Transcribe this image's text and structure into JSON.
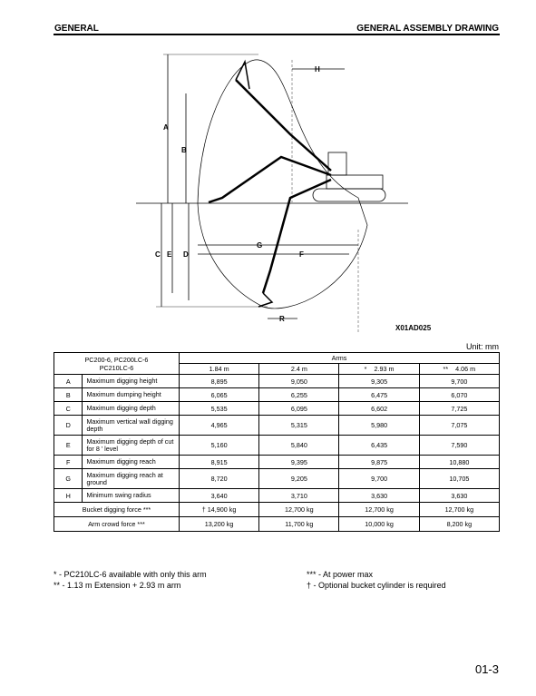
{
  "header": {
    "left": "GENERAL",
    "right": "GENERAL ASSEMBLY DRAWING"
  },
  "drawing": {
    "labels": {
      "A": "A",
      "B": "B",
      "C": "C",
      "D": "D",
      "E": "E",
      "F": "F",
      "G": "G",
      "H": "H",
      "R": "R"
    },
    "id": "X01AD025"
  },
  "unit": "Unit: mm",
  "table": {
    "model_header": "PC200-6, PC200LC-6\nPC210LC-6",
    "arms_header": "Arms",
    "arm_cols": [
      {
        "mark": "",
        "label": "1.84 m"
      },
      {
        "mark": "",
        "label": "2.4 m"
      },
      {
        "mark": "*",
        "label": "2.93 m"
      },
      {
        "mark": "**",
        "label": "4.06 m"
      }
    ],
    "rows": [
      {
        "letter": "A",
        "desc": "Maximum digging height",
        "values": [
          "8,895",
          "9,050",
          "9,305",
          "9,700"
        ]
      },
      {
        "letter": "B",
        "desc": "Maximum dumping height",
        "values": [
          "6,065",
          "6,255",
          "6,475",
          "6,070"
        ]
      },
      {
        "letter": "C",
        "desc": "Maximum digging depth",
        "values": [
          "5,535",
          "6,095",
          "6,602",
          "7,725"
        ]
      },
      {
        "letter": "D",
        "desc": "Maximum vertical wall digging depth",
        "values": [
          "4,965",
          "5,315",
          "5,980",
          "7,075"
        ]
      },
      {
        "letter": "E",
        "desc": "Maximum digging depth of cut for 8 ' level",
        "values": [
          "5,160",
          "5,840",
          "6,435",
          "7,590"
        ]
      },
      {
        "letter": "F",
        "desc": "Maximum digging reach",
        "values": [
          "8,915",
          "9,395",
          "9,875",
          "10,880"
        ]
      },
      {
        "letter": "G",
        "desc": "Maximum digging reach at ground",
        "values": [
          "8,720",
          "9,205",
          "9,700",
          "10,705"
        ]
      },
      {
        "letter": "H",
        "desc": "Minimum swing radius",
        "values": [
          "3,640",
          "3,710",
          "3,630",
          "3,630"
        ]
      }
    ],
    "force_rows": [
      {
        "label": "Bucket digging force ***",
        "values": [
          "† 14,900 kg",
          "12,700 kg",
          "12,700 kg",
          "12,700 kg"
        ]
      },
      {
        "label": "Arm crowd force ***",
        "values": [
          "13,200 kg",
          "11,700 kg",
          "10,000 kg",
          "8,200 kg"
        ]
      }
    ]
  },
  "notes": {
    "n1": "* - PC210LC-6 available with only this arm",
    "n2": "** - 1.13 m Extension + 2.93 m arm",
    "n3": "*** - At power max",
    "n4": "† - Optional bucket cylinder is required"
  },
  "page_number": "01-3"
}
